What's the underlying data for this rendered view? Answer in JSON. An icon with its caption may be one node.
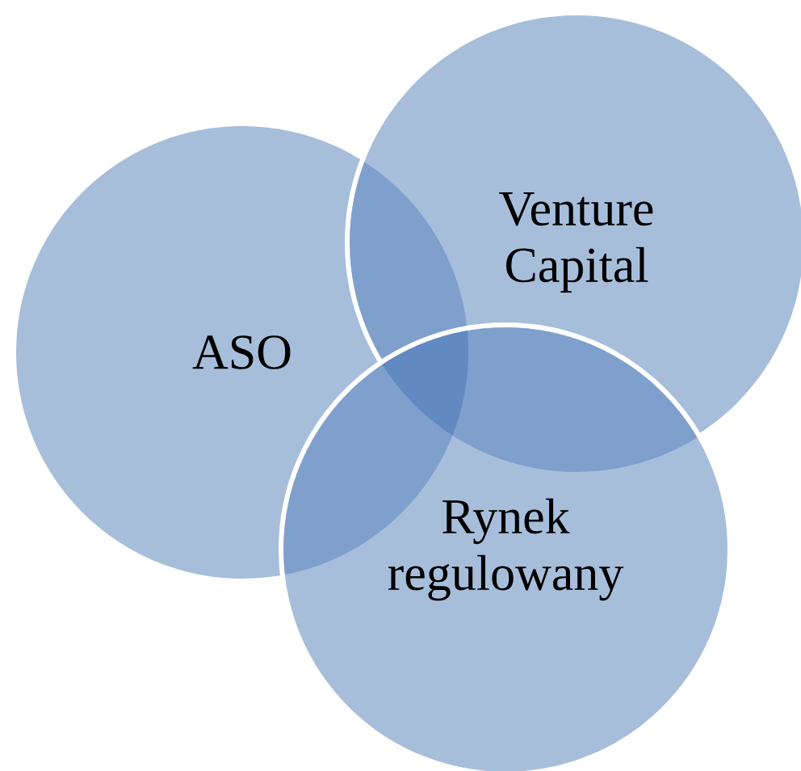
{
  "diagram": {
    "nodes": [
      {
        "text": [
          "ASO"
        ]
      },
      {
        "text": [
          "Venture Capital"
        ]
      },
      {
        "text": [
          "Rynek regulowany"
        ]
      }
    ]
  }
}
